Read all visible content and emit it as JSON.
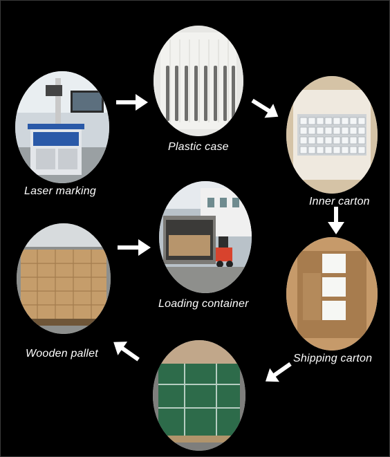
{
  "steps": [
    {
      "id": "laser-marking",
      "label": "Laser marking"
    },
    {
      "id": "plastic-case",
      "label": "Plastic case"
    },
    {
      "id": "inner-carton",
      "label": "Inner carton"
    },
    {
      "id": "shipping-carton",
      "label": "Shipping carton"
    },
    {
      "id": "wrapped-pallet",
      "label": ""
    },
    {
      "id": "wooden-pallet",
      "label": "Wooden pallet"
    },
    {
      "id": "loading-container",
      "label": "Loading container"
    }
  ],
  "colors": {
    "background": "#000000",
    "text": "#ffffff",
    "arrow": "#ffffff"
  }
}
